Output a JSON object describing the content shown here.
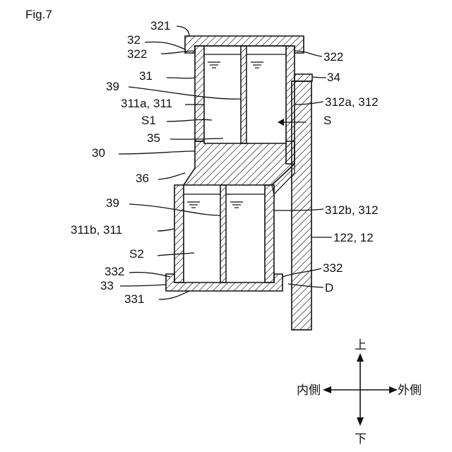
{
  "figure_label": "Fig.7",
  "labels": {
    "l321": "321",
    "l32": "32",
    "l322_left": "322",
    "l322_right": "322",
    "l31": "31",
    "l34": "34",
    "l39_top": "39",
    "l311a": "311a, 311",
    "l312a": "312a, 312",
    "lS1": "S1",
    "lS": "S",
    "l35": "35",
    "l30": "30",
    "l36": "36",
    "l39_bottom": "39",
    "l312b": "312b, 312",
    "l311b": "311b, 311",
    "l122": "122, 12",
    "lS2": "S2",
    "l332_left": "332",
    "l332_right": "332",
    "l33": "33",
    "lD": "D",
    "l331": "331"
  },
  "directions": {
    "up": "上",
    "down": "下",
    "inner": "内側",
    "outer": "外側"
  }
}
